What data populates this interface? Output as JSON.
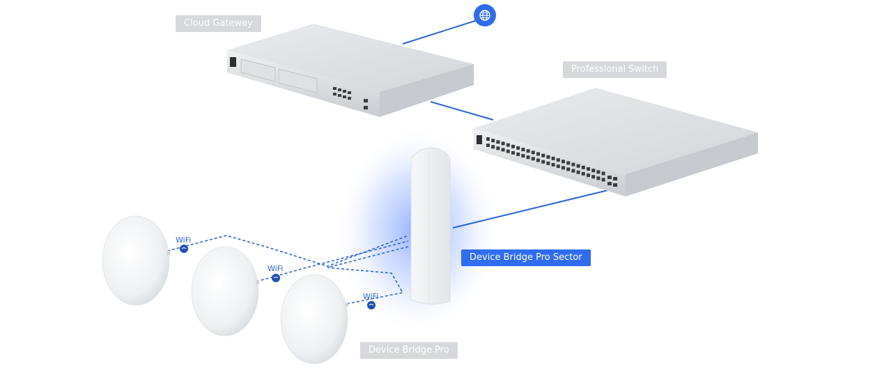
{
  "labels": {
    "cloud_gateway": "Cloud Gateway",
    "professional_switch": "Professional Switch",
    "bridge_sector": "Device Bridge Pro Sector",
    "bridge_pro": "Device Bridge Pro"
  },
  "wifi_links": [
    {
      "label": "WiFi"
    },
    {
      "label": "WiFi"
    },
    {
      "label": "WiFi"
    }
  ],
  "icons": {
    "internet": "globe-icon",
    "wifi": "wifi-icon"
  },
  "colors": {
    "accent": "#2f6cf2",
    "link_line": "#2b64d8",
    "label_muted_bg": "#d6d8db",
    "device_body": "#e1e3e6",
    "glow": "#7aa2ff"
  }
}
